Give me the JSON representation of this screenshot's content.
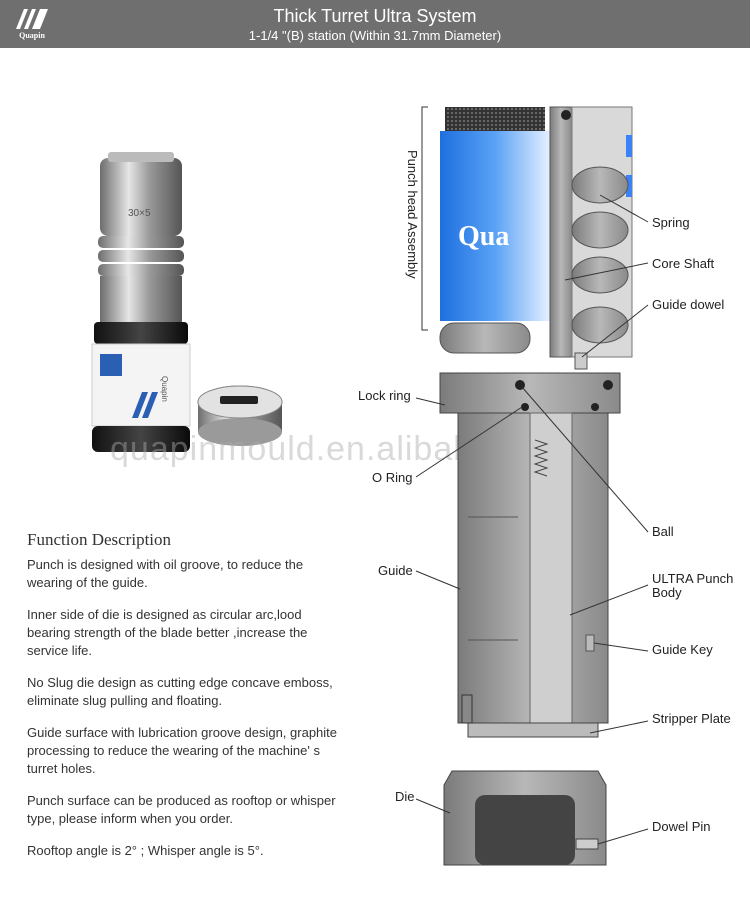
{
  "header": {
    "brand": "Quapin",
    "title": "Thick Turret Ultra System",
    "subtitle": "1-1/4 \"(B) station (Within 31.7mm Diameter)"
  },
  "photo": {
    "punch_marking": "30×5",
    "label_brand": "Quapin",
    "head_text": "Qua"
  },
  "watermark": "quapinmould.en.alibaba.com",
  "description": {
    "title": "Function Description",
    "paragraphs": [
      "Punch is designed with oil groove, to reduce the wearing of the guide.",
      "Inner side of die is designed as circular arc,lood bearing strength of the blade better ,increase the service life.",
      "No Slug die design as cutting edge concave emboss, eliminate slug pulling and floating.",
      "Guide surface with lubrication groove design, graphite processing to reduce the wearing of the machine' s turret holes.",
      "Punch surface can be produced as rooftop or whisper type, please inform when you order.",
      "Rooftop angle is 2°  ; Whisper angle is 5°."
    ]
  },
  "diagram": {
    "assembly_label": "Punch head Assembly",
    "labels": {
      "spring": "Spring",
      "core_shaft": "Core Shaft",
      "guide_dowel": "Guide dowel",
      "lock_ring": "Lock ring",
      "o_ring": "O Ring",
      "ball": "Ball",
      "guide": "Guide",
      "ultra_punch_body_1": "ULTRA Punch",
      "ultra_punch_body_2": "Body",
      "guide_key": "Guide Key",
      "stripper_plate": "Stripper Plate",
      "die": "Die",
      "dowel_pin": "Dowel Pin"
    }
  },
  "colors": {
    "header_bg": "#6f6f6f",
    "steel": "#a9a9a9",
    "blue": "#2f7fe0"
  }
}
